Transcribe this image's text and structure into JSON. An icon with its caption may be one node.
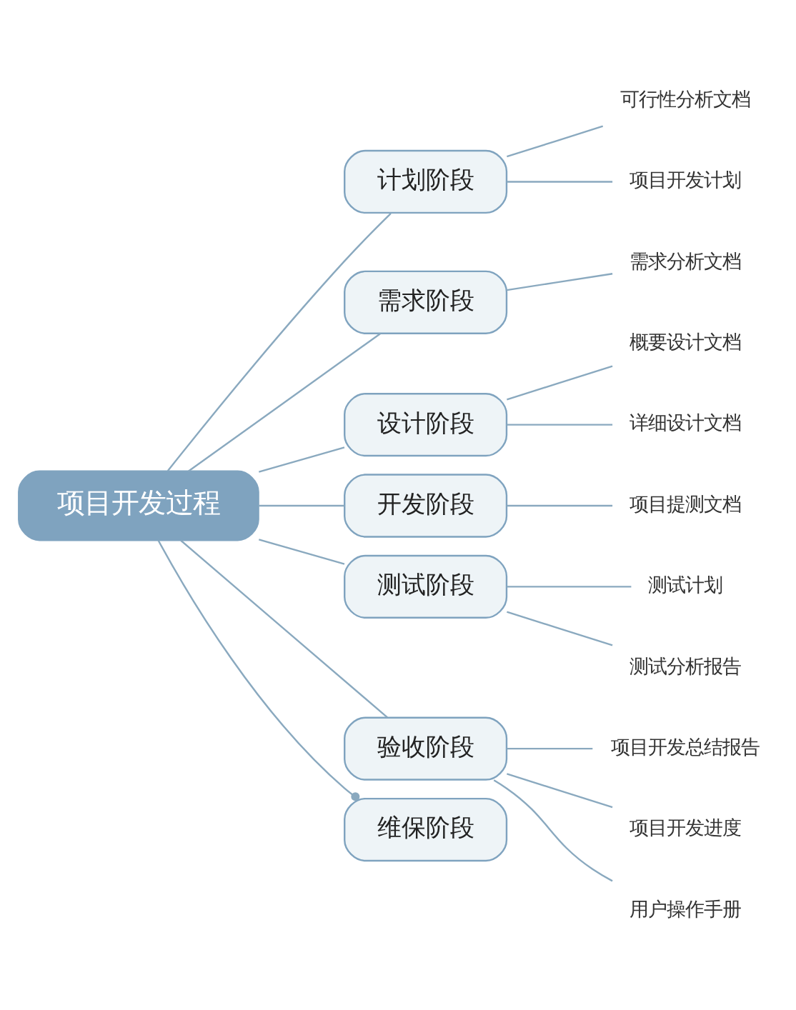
{
  "diagram": {
    "nodes": [
      {
        "text": [
          "项目开发过程"
        ]
      },
      {
        "text": [
          "计划阶段"
        ]
      },
      {
        "text": [
          "可行性分析文档"
        ]
      },
      {
        "text": [
          "项目开发计划"
        ]
      },
      {
        "text": [
          "需求阶段"
        ]
      },
      {
        "text": [
          "需求分析文档"
        ]
      },
      {
        "text": [
          "设计阶段"
        ]
      },
      {
        "text": [
          "概要设计文档"
        ]
      },
      {
        "text": [
          "详细设计文档"
        ]
      },
      {
        "text": [
          "开发阶段"
        ]
      },
      {
        "text": [
          "项目提测文档"
        ]
      },
      {
        "text": [
          "测试阶段"
        ]
      },
      {
        "text": [
          "测试计划"
        ]
      },
      {
        "text": [
          "测试分析报告"
        ]
      },
      {
        "text": [
          "验收阶段"
        ]
      },
      {
        "text": [
          "项目开发总结报告"
        ]
      },
      {
        "text": [
          "项目开发进度"
        ]
      },
      {
        "text": [
          "用户操作手册"
        ]
      },
      {
        "text": [
          "维保阶段"
        ]
      }
    ],
    "edges": [
      {
        "from": 0,
        "to": 1,
        "arrow": "none"
      },
      {
        "from": 1,
        "to": 2,
        "arrow": "none"
      },
      {
        "from": 1,
        "to": 3,
        "arrow": "none"
      },
      {
        "from": 0,
        "to": 4,
        "arrow": "none"
      },
      {
        "from": 4,
        "to": 5,
        "arrow": "none"
      },
      {
        "from": 0,
        "to": 6,
        "arrow": "none"
      },
      {
        "from": 6,
        "to": 7,
        "arrow": "none"
      },
      {
        "from": 6,
        "to": 8,
        "arrow": "none"
      },
      {
        "from": 0,
        "to": 9,
        "arrow": "none"
      },
      {
        "from": 9,
        "to": 10,
        "arrow": "none"
      },
      {
        "from": 0,
        "to": 11,
        "arrow": "none"
      },
      {
        "from": 11,
        "to": 12,
        "arrow": "none"
      },
      {
        "from": 11,
        "to": 13,
        "arrow": "none"
      },
      {
        "from": 0,
        "to": 14,
        "arrow": "none"
      },
      {
        "from": 14,
        "to": 15,
        "arrow": "none"
      },
      {
        "from": 14,
        "to": 16,
        "arrow": "none"
      },
      {
        "from": 14,
        "to": 17,
        "arrow": "none"
      },
      {
        "from": 0,
        "to": 18,
        "arrow": "other"
      }
    ]
  }
}
